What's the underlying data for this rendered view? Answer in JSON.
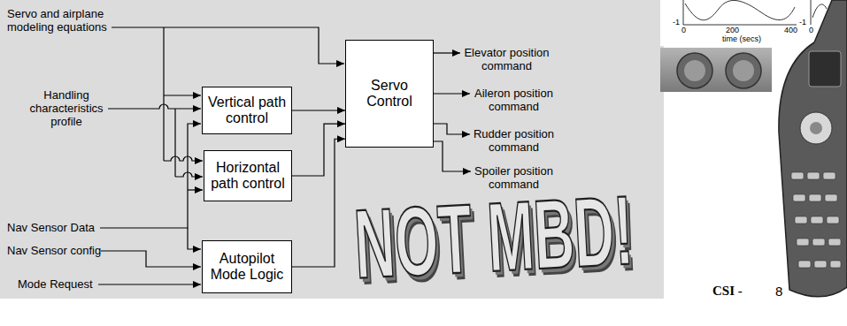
{
  "diagram": {
    "nodes": [
      {
        "text": [
          "Vertical path control"
        ]
      },
      {
        "text": [
          "Horizontal path control"
        ]
      },
      {
        "text": [
          "Servo Control"
        ]
      },
      {
        "text": [
          "Autopilot Mode Logic"
        ]
      }
    ],
    "edges": [
      {
        "from": 0,
        "to": 2,
        "arrow": "to"
      },
      {
        "from": 1,
        "to": 2,
        "arrow": "to"
      },
      {
        "from": 3,
        "to": 2,
        "arrow": "to"
      }
    ],
    "labels": [
      "Servo and airplane modeling equations",
      "Handling characteristics profile",
      "Nav Sensor Data",
      "Nav Sensor config",
      "Mode Request",
      "Elevator position command",
      "Aileron position command",
      "Rudder position command",
      "Spoiler position command",
      "NOT MBD!",
      "-1",
      "0",
      "200",
      "400",
      "time (secs)",
      "-1",
      "0",
      "CSI -",
      "8"
    ]
  }
}
